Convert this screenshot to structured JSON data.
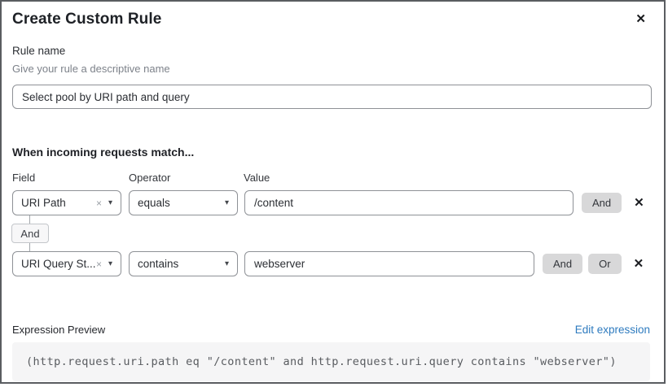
{
  "dialog": {
    "title": "Create Custom Rule"
  },
  "icons": {
    "close": "✕",
    "remove": "✕",
    "clear": "×",
    "chevron_down": "▾"
  },
  "rule_name": {
    "label": "Rule name",
    "helper": "Give your rule a descriptive name",
    "value": "Select pool by URI path and query"
  },
  "match": {
    "heading": "When incoming requests match...",
    "columns": {
      "field": "Field",
      "operator": "Operator",
      "value": "Value"
    },
    "joiner": "And",
    "rows": [
      {
        "field": "URI Path",
        "operator": "equals",
        "value": "/content",
        "connectors": [
          "And"
        ]
      },
      {
        "field": "URI Query St...",
        "operator": "contains",
        "value": "webserver",
        "connectors": [
          "And",
          "Or"
        ]
      }
    ]
  },
  "expression": {
    "label": "Expression Preview",
    "edit_link": "Edit expression",
    "code": "(http.request.uri.path eq \"/content\" and http.request.uri.query contains \"webserver\")"
  },
  "colors": {
    "link_blue": "#2e7bbf",
    "button_grey": "#d8d8d9",
    "code_bg": "#f5f5f6",
    "border_grey": "#8e9196"
  }
}
